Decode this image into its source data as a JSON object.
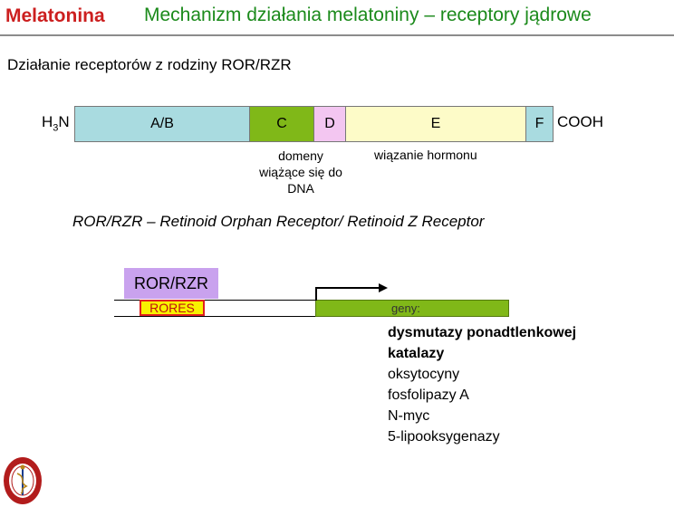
{
  "header": {
    "brand": "Melatonina",
    "title": "Mechanizm działania melatoniny – receptory jądrowe"
  },
  "subtitle": "Działanie receptorów z rodziny ROR/RZR",
  "receptor": {
    "n_terminus_prefix": "H",
    "n_terminus_sub": "3",
    "n_terminus_suffix": "N",
    "c_terminus": "COOH",
    "domains": [
      "A/B",
      "C",
      "D",
      "E",
      "F"
    ],
    "caption_dna": "domeny wiążące się do DNA",
    "caption_hormone": "wiązanie hormonu"
  },
  "acronym": "ROR/RZR – Retinoid Orphan Receptor/ Retinoid Z Receptor",
  "gene_diagram": {
    "receptor_label": "ROR/RZR",
    "element_label": "RORES",
    "genes_label": "geny:",
    "genes": [
      {
        "name": "dysmutazy ponadtlenkowej",
        "bold": true
      },
      {
        "name": "katalazy",
        "bold": true
      },
      {
        "name": "oksytocyny",
        "bold": false
      },
      {
        "name": "fosfolipazy A",
        "bold": false
      },
      {
        "name": "N-myc",
        "bold": false
      },
      {
        "name": "5-lipooksygenazy",
        "bold": false
      }
    ]
  },
  "colors": {
    "brand": "#cc1f1f",
    "title": "#1b8a1b",
    "domain_ab": "#a9dbe0",
    "domain_c": "#80b818",
    "domain_d": "#f3c6f1",
    "domain_e": "#fdfbc8",
    "domain_f": "#a9dbe0",
    "receptor_box": "#c9a2ee",
    "rores_fill": "#f8f200",
    "rores_border": "#e02020"
  },
  "icons": [
    "university-seal-logo",
    "transcription-start-arrow"
  ]
}
